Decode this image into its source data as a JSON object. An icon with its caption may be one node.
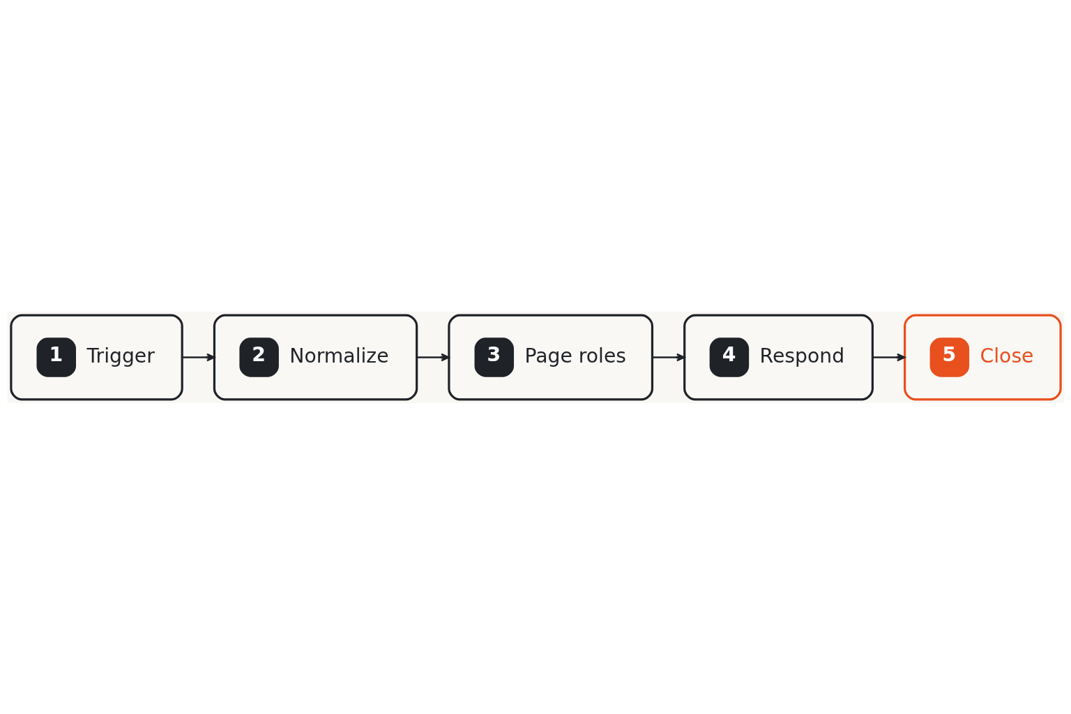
{
  "diagram": {
    "nodes": [
      {
        "text": [
          "1",
          "Trigger"
        ]
      },
      {
        "text": [
          "2",
          "Normalize"
        ]
      },
      {
        "text": [
          "3",
          "Page roles"
        ]
      },
      {
        "text": [
          "4",
          "Respond"
        ]
      },
      {
        "text": [
          "5",
          "Close"
        ]
      }
    ],
    "edges": [
      {
        "from": 0,
        "to": 1,
        "arrow": "to"
      },
      {
        "from": 1,
        "to": 2,
        "arrow": "to"
      },
      {
        "from": 2,
        "to": 3,
        "arrow": "to"
      },
      {
        "from": 3,
        "to": 4,
        "arrow": "to"
      }
    ]
  }
}
